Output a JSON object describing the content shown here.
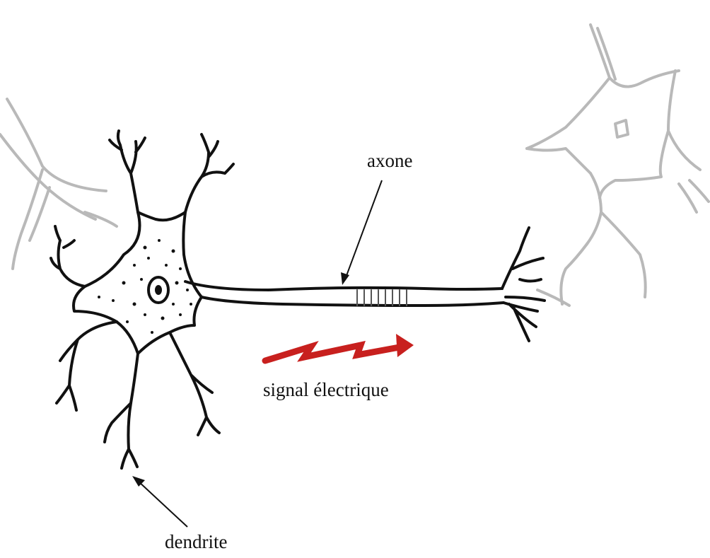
{
  "labels": {
    "axon": "axone",
    "signal": "signal électrique",
    "dendrite": "dendrite"
  },
  "colors": {
    "ink": "#111111",
    "faded_neuron": "#b9b9b9",
    "signal_arrow": "#c8201e",
    "background": "#ffffff"
  }
}
